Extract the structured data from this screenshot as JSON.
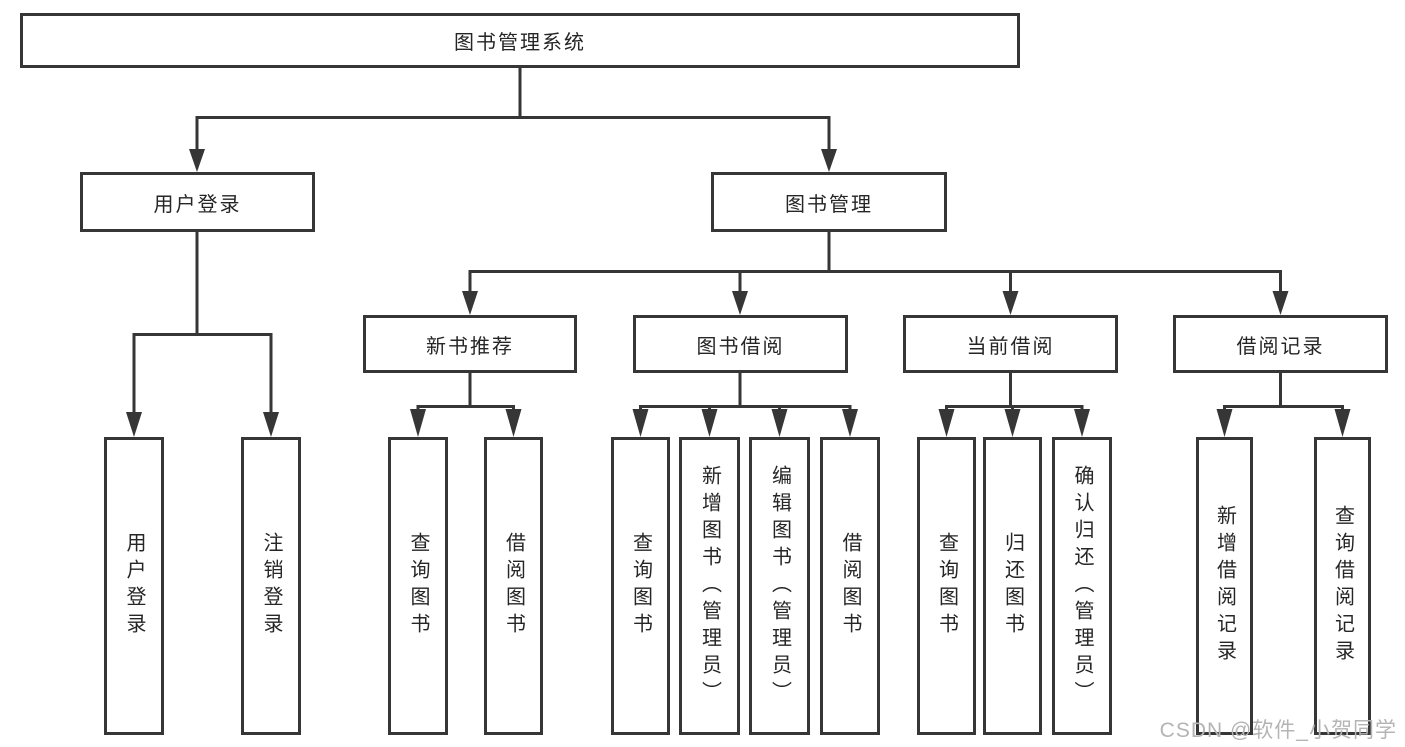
{
  "tree": {
    "root": "图书管理系统",
    "branches": [
      {
        "label": "用户登录",
        "children": [
          "用户登录",
          "注销登录"
        ]
      },
      {
        "label": "图书管理",
        "children": [
          {
            "label": "新书推荐",
            "children": [
              "查询图书",
              "借阅图书"
            ]
          },
          {
            "label": "图书借阅",
            "children": [
              "查询图书",
              "新增图书（管理员）",
              "编辑图书（管理员）",
              "借阅图书"
            ]
          },
          {
            "label": "当前借阅",
            "children": [
              "查询图书",
              "归还图书",
              "确认归还（管理员）"
            ]
          },
          {
            "label": "借阅记录",
            "children": [
              "新增借阅记录",
              "查询借阅记录"
            ]
          }
        ]
      }
    ]
  },
  "watermark": "CSDN @软件_小贺同学",
  "colors": {
    "line": "#363636",
    "text": "#262626",
    "watermark": "#b4b4b4",
    "background": "#ffffff"
  }
}
